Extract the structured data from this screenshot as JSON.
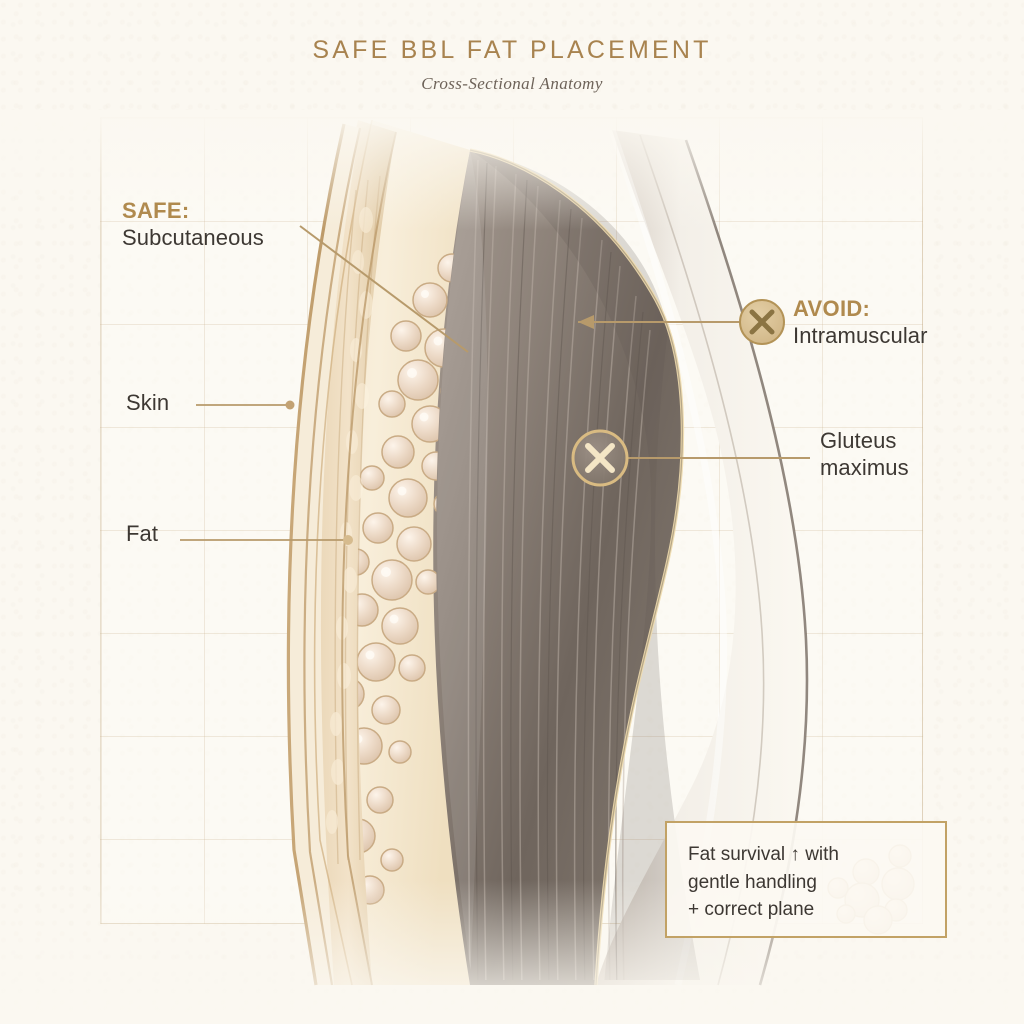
{
  "header": {
    "title": "SAFE BBL FAT PLACEMENT",
    "subtitle": "Cross-Sectional Anatomy"
  },
  "colors": {
    "background": "#fbf8f1",
    "accent_gold": "#b08a4e",
    "title_gold": "#a8834f",
    "text_dark": "#3d3833",
    "grid_line": "#c9b28f",
    "skin_tan": "#d9bb92",
    "fat_cream": "#f0e2c8",
    "globule": "#e9d6c2",
    "muscle_gray": "#8b8078",
    "callout_border": "#c2a265"
  },
  "labels": {
    "safe": {
      "kicker": "SAFE:",
      "body": "Subcutaneous"
    },
    "skin": {
      "body": "Skin"
    },
    "fat": {
      "body": "Fat"
    },
    "avoid": {
      "kicker": "AVOID:",
      "body": "Intramuscular"
    },
    "gluteus": {
      "body": "Gluteus\nmaximus"
    }
  },
  "markers": {
    "avoid_outer": {
      "glyph": "✕",
      "meaning": "avoid-x-marker"
    },
    "avoid_inner": {
      "glyph": "✕",
      "meaning": "avoid-x-marker"
    }
  },
  "callout": {
    "text": "Fat survival ↑ with\ngentle handling\n+ correct plane"
  },
  "anatomy_layers": [
    {
      "name": "skin",
      "label": "Skin"
    },
    {
      "name": "subcutaneous-fat",
      "label": "Fat"
    },
    {
      "name": "gluteus-maximus-muscle",
      "label": "Gluteus maximus"
    }
  ]
}
